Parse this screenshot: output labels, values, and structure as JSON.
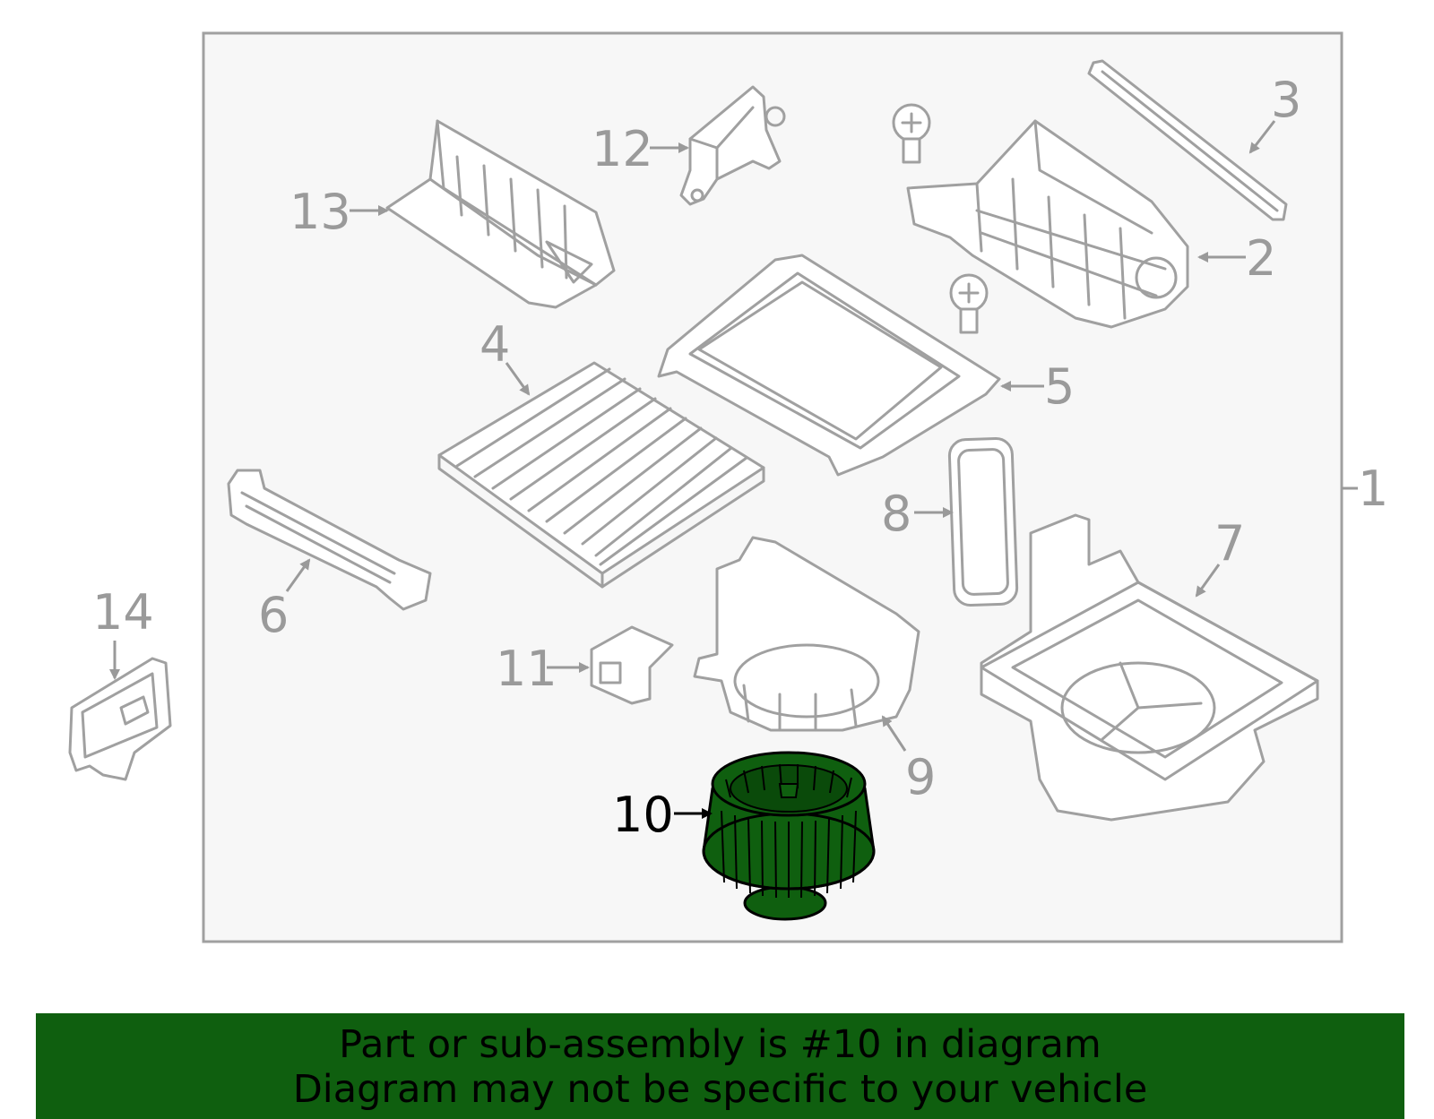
{
  "callouts": {
    "c1": "1",
    "c2": "2",
    "c3": "3",
    "c4": "4",
    "c5": "5",
    "c6": "6",
    "c7": "7",
    "c8": "8",
    "c9": "9",
    "c10": "10",
    "c11": "11",
    "c12": "12",
    "c13": "13",
    "c14": "14"
  },
  "highlight": {
    "part_number": "10",
    "color": "#0f5f0f"
  },
  "colors": {
    "line": "#a0a0a0",
    "frame_bg": "#f7f7f7",
    "banner": "#0f5f0f"
  },
  "banner": {
    "line1": "Part or sub-assembly is #10 in diagram",
    "line2": "Diagram may not be specific to your vehicle"
  }
}
